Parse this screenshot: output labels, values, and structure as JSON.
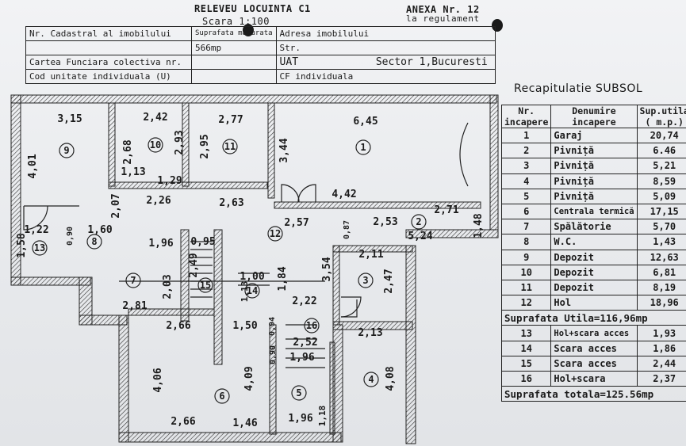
{
  "header": {
    "title": "RELEVEU LOCUINTA C1",
    "scale": "Scara 1:100",
    "annex": "ANEXA Nr. 12",
    "annex_sub": "la regulament"
  },
  "id_table": {
    "cadastral_label": "Nr. Cadastral al imobilului",
    "area_label": "Suprafata masurata",
    "area_value": "566mp",
    "address_label": "Adresa imobilului",
    "street": "Str.",
    "uat": "UAT",
    "sector": "Sector 1,Bucuresti",
    "cf_collective": "Cartea Funciara colectiva nr.",
    "cf_individual": "CF individuala",
    "unit_code": "Cod unitate individuala (U)"
  },
  "recap": {
    "title": "Recapitulatie SUBSOL",
    "head_nr": "Nr.",
    "head_nr2": "incapere",
    "head_name": "Denumire",
    "head_name2": "incapere",
    "head_area": "Sup.utila",
    "head_area2": "( m.p.)",
    "rows": [
      {
        "nr": "1",
        "name": "Garaj",
        "area": "20,74"
      },
      {
        "nr": "2",
        "name": "Pivniță",
        "area": "6.46"
      },
      {
        "nr": "3",
        "name": "Pivniță",
        "area": "5,21"
      },
      {
        "nr": "4",
        "name": "Pivniță",
        "area": "8,59"
      },
      {
        "nr": "5",
        "name": "Pivniță",
        "area": "5,09"
      },
      {
        "nr": "6",
        "name": "Centrala termică",
        "area": "17,15"
      },
      {
        "nr": "7",
        "name": "Spălătorie",
        "area": "5,70"
      },
      {
        "nr": "8",
        "name": "W.C.",
        "area": "1,43"
      },
      {
        "nr": "9",
        "name": "Depozit",
        "area": "12,63"
      },
      {
        "nr": "10",
        "name": "Depozit",
        "area": "6,81"
      },
      {
        "nr": "11",
        "name": "Depozit",
        "area": "8,19"
      },
      {
        "nr": "12",
        "name": "Hol",
        "area": "18,96"
      }
    ],
    "useful_total": "Suprafata Utila=116,96mp",
    "rows2": [
      {
        "nr": "13",
        "name": "Hol+scara acces",
        "area": "1,93"
      },
      {
        "nr": "14",
        "name": "Scara acces",
        "area": "1,86"
      },
      {
        "nr": "15",
        "name": "Scara acces",
        "area": "2,44"
      },
      {
        "nr": "16",
        "name": "Hol+scara",
        "area": "2,37"
      }
    ],
    "grand_total": "Suprafata totala=125.56mp"
  },
  "plan": {
    "room_numbers": [
      "1",
      "2",
      "3",
      "4",
      "5",
      "6",
      "7",
      "8",
      "9",
      "10",
      "11",
      "12",
      "13",
      "14",
      "15",
      "16"
    ],
    "dimensions": [
      "3,15",
      "4,01",
      "2,42",
      "2,68",
      "2,93",
      "1,13",
      "1,29",
      "2,77",
      "2,95",
      "6,45",
      "3,44",
      "4,42",
      "2,26",
      "2,07",
      "2,63",
      "2,57",
      "2,53",
      "2,71",
      "5,24",
      "1,48",
      "0,87",
      "1,22",
      "0,90",
      "1,60",
      "1,58",
      "1,96",
      "0,95",
      "2,49",
      "1,00",
      "1,13",
      "1,84",
      "3,54",
      "2,11",
      "2,47",
      "2,03",
      "2,81",
      "2,22",
      "2,66",
      "1,50",
      "0,94",
      "2,52",
      "0,90",
      "1,96",
      "2,13",
      "4,06",
      "4,09",
      "4,08",
      "2,66",
      "1,46",
      "1,96",
      "1,18"
    ]
  }
}
